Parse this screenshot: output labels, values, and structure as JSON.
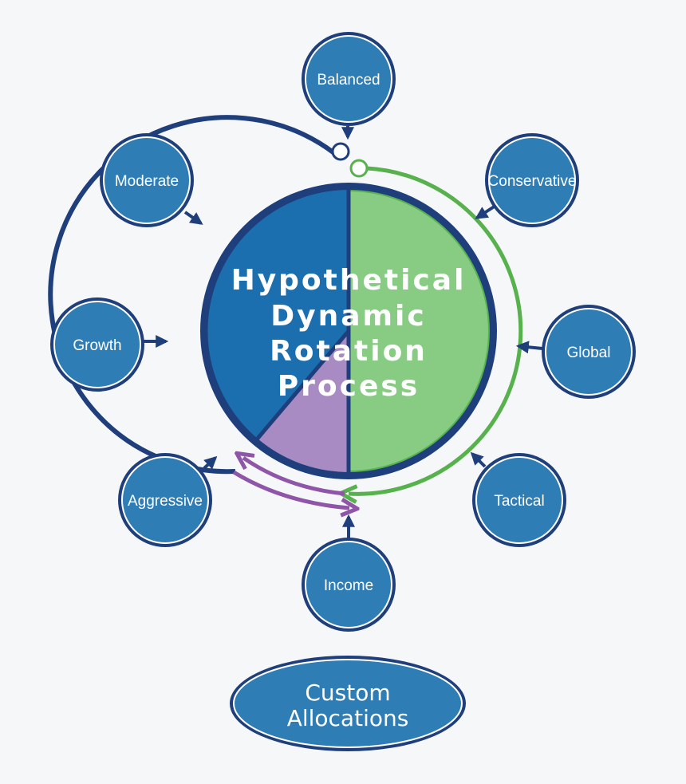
{
  "diagram": {
    "center_title_lines": [
      "Hypothetical",
      "Dynamic",
      "Rotation",
      "Process"
    ],
    "nodes": [
      {
        "id": "balanced",
        "label": "Balanced"
      },
      {
        "id": "conservative",
        "label": "Conservative"
      },
      {
        "id": "global",
        "label": "Global"
      },
      {
        "id": "tactical",
        "label": "Tactical"
      },
      {
        "id": "income",
        "label": "Income"
      },
      {
        "id": "aggressive",
        "label": "Aggressive"
      },
      {
        "id": "growth",
        "label": "Growth"
      },
      {
        "id": "moderate",
        "label": "Moderate"
      }
    ],
    "custom_allocations_lines": [
      "Custom",
      "Allocations"
    ],
    "colors": {
      "node_fill": "#2f7db5",
      "node_ring": "#1f3f7c",
      "outer_ring": "#1f3f7c",
      "blue_segment": "#1c6faf",
      "green_segment": "#87cc82",
      "purple_segment": "#a98bc4",
      "green_arc": "#57b14d",
      "purple_arc": "#8e55a8",
      "text": "#ffffff"
    }
  }
}
